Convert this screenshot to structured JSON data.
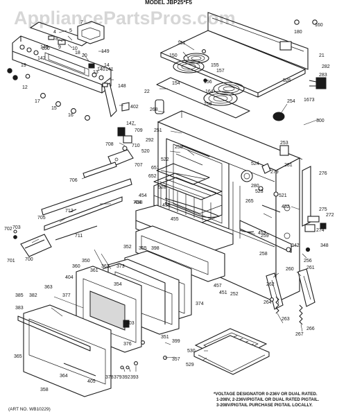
{
  "header": {
    "model_text": "MODEL JBP25*F5"
  },
  "watermark": {
    "text": "AppliancePartsPros.com"
  },
  "notes": {
    "line1": "*VOLTAGE DESIGNATOR 0-236V OR DUAL RATED.",
    "line2": "1-208V, 2-236V/PIGTAIL OR DUAL RATED PIGTAIL.",
    "line3": "3-208V/PIGTAIL PURCHASE PIGTAIL LOCALLY."
  },
  "art_number": {
    "text": "(ART NO. WB10229)"
  },
  "part_labels": [
    "4",
    "5",
    "7",
    "8",
    "9",
    "10",
    "12",
    "13",
    "14",
    "15",
    "16",
    "17",
    "18",
    "19",
    "20",
    "21",
    "22",
    "100",
    "140",
    "141",
    "142",
    "145",
    "147",
    "148",
    "149",
    "150",
    "151",
    "154",
    "155",
    "156",
    "157",
    "158",
    "160",
    "164",
    "180",
    "251",
    "252",
    "253",
    "254",
    "255",
    "256",
    "258",
    "259",
    "260",
    "261",
    "262",
    "263",
    "264",
    "265",
    "266",
    "267",
    "268",
    "272",
    "274",
    "275",
    "276",
    "279",
    "280",
    "281",
    "282",
    "283",
    "292",
    "300",
    "342",
    "348",
    "350",
    "351",
    "352",
    "354",
    "355",
    "357",
    "358",
    "360",
    "361",
    "362",
    "363",
    "364",
    "365",
    "373",
    "374",
    "376",
    "377",
    "378",
    "379",
    "382",
    "383",
    "385",
    "392",
    "393",
    "398",
    "399",
    "402",
    "403",
    "404",
    "405",
    "451",
    "452",
    "453",
    "454",
    "455",
    "456",
    "457",
    "458",
    "520",
    "521",
    "522",
    "523",
    "524",
    "526",
    "528",
    "529",
    "530",
    "651",
    "652",
    "700",
    "701",
    "702",
    "703",
    "704",
    "705",
    "706",
    "707",
    "708",
    "709",
    "710",
    "711",
    "712",
    "1673"
  ]
}
